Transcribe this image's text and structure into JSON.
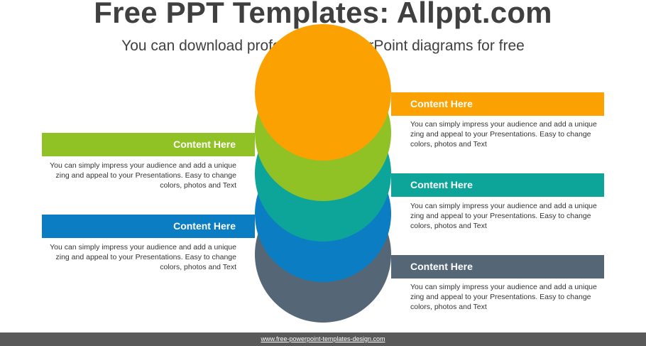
{
  "header": {
    "title": "Free PPT Templates: Allppt.com",
    "subtitle": "You can download professional PowerPoint diagrams for free"
  },
  "colors": {
    "orange": "#FBA202",
    "green": "#90C226",
    "teal": "#0DA49A",
    "blue": "#0A7DC3",
    "slate": "#556677"
  },
  "items": [
    {
      "heading": "Content  Here",
      "text": "You can simply impress your audience and add a unique zing and appeal to your Presentations. Easy to change colors, photos and Text",
      "color": "#FBA202"
    },
    {
      "heading": "Content  Here",
      "text": "You can simply impress your audience and add a unique zing and appeal to your Presentations. Easy to change colors, photos and Text",
      "color": "#90C226"
    },
    {
      "heading": "Content  Here",
      "text": "You can simply impress your audience and add a unique zing and appeal to your Presentations. Easy to change colors, photos and Text",
      "color": "#0DA49A"
    },
    {
      "heading": "Content  Here",
      "text": "You can simply impress your audience and add a unique zing and appeal to your Presentations. Easy to change colors, photos and Text",
      "color": "#0A7DC3"
    },
    {
      "heading": "Content  Here",
      "text": "You can simply impress your audience and add a unique zing and appeal to your Presentations. Easy to change colors, photos and Text",
      "color": "#556677"
    }
  ],
  "footer": {
    "url": "www.free-powerpoint-templates-design.com"
  }
}
